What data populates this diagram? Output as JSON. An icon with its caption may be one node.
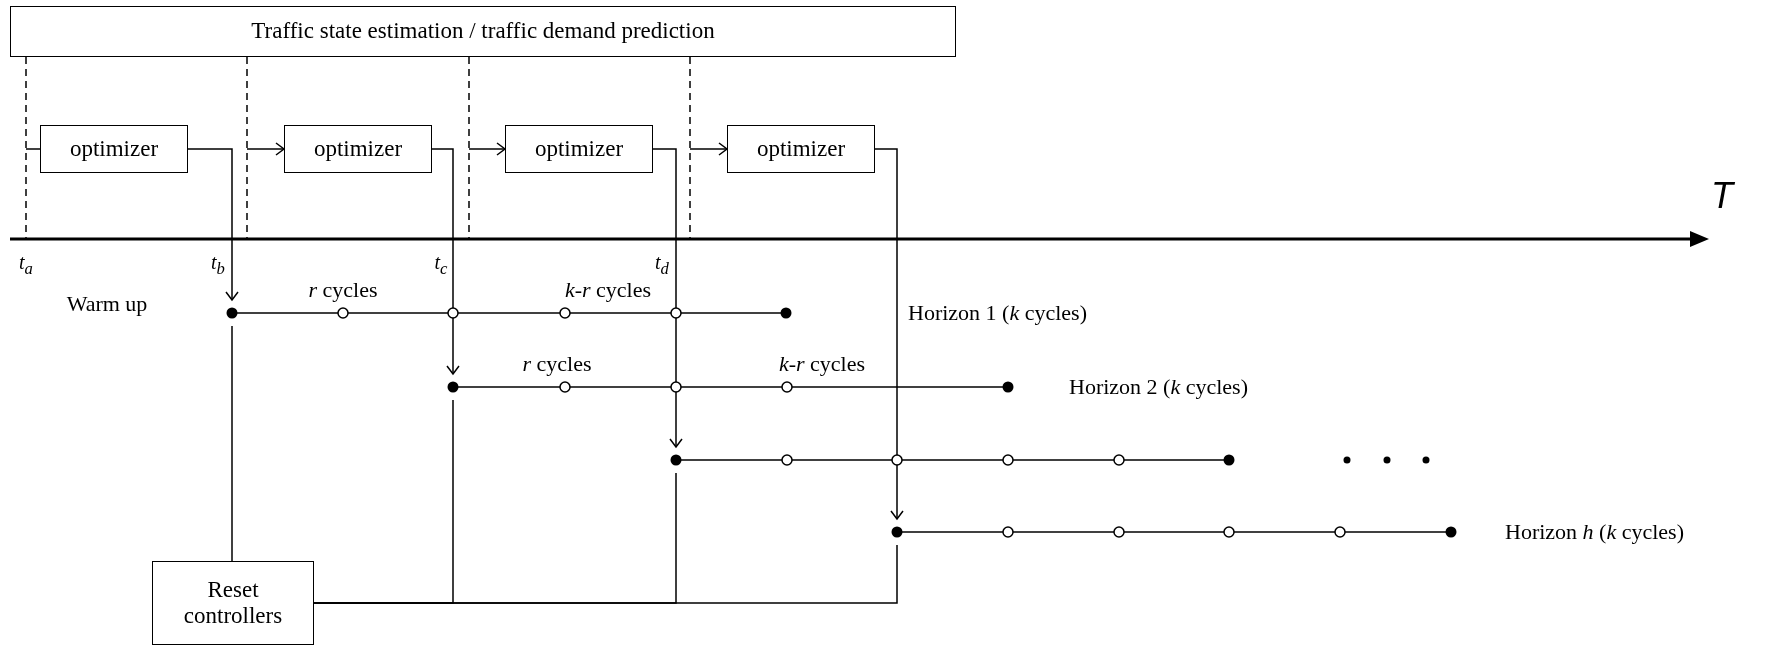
{
  "diagram": {
    "nodes": [
      {
        "text": [
          "Traffic state estimation / traffic demand prediction"
        ]
      },
      {
        "text": [
          "optimizer"
        ]
      },
      {
        "text": [
          "optimizer"
        ]
      },
      {
        "text": [
          "optimizer"
        ]
      },
      {
        "text": [
          "optimizer"
        ]
      },
      {
        "text": [],
        "shape": "line"
      },
      {
        "text": [],
        "shape": "line",
        "beside": [
          "Horizon 2 (*k* cycles)"
        ]
      },
      {
        "text": [],
        "shape": "line"
      },
      {
        "text": [],
        "shape": "line",
        "beside": [
          "Horizon *h* (*k* cycles)"
        ]
      },
      {
        "text": [
          "Reset controllers"
        ]
      }
    ],
    "edges": [
      {
        "from": null,
        "to": 1,
        "arrow": "none"
      },
      {
        "from": null,
        "to": 2,
        "arrow": "to"
      },
      {
        "from": null,
        "to": 3,
        "arrow": "to"
      },
      {
        "from": null,
        "to": 4,
        "arrow": "to"
      },
      {
        "from": 1,
        "to": 5,
        "arrow": "to"
      },
      {
        "from": 2,
        "to": 6,
        "arrow": "to"
      },
      {
        "from": 3,
        "to": 7,
        "arrow": "to"
      },
      {
        "from": 4,
        "to": 8,
        "arrow": "to"
      },
      {
        "from": 9,
        "to": 5,
        "arrow": "none"
      },
      {
        "from": 9,
        "to": 6,
        "arrow": "none"
      },
      {
        "from": 9,
        "to": 7,
        "arrow": "none"
      },
      {
        "from": 9,
        "to": 8,
        "arrow": "none"
      }
    ],
    "labels": [
      "T",
      "t$_{a}$",
      "t$_{b}$",
      "t$_{c}$",
      "t$_{d}$",
      "Warm up",
      "*r* cycles",
      "*k*-*r* cycles",
      "Horizon 1 (*k* cycles)",
      "*r* cycles",
      "*k*-*r* cycles"
    ]
  }
}
